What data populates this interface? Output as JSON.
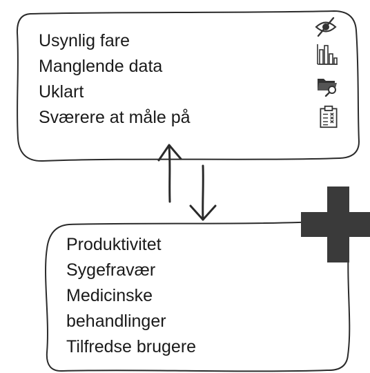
{
  "top_box": {
    "lines": [
      "Usynlig fare",
      "Manglende data",
      "Uklart",
      "Sværere at måle på"
    ],
    "icons": [
      "eye-slash-icon",
      "bar-chart-icon",
      "folder-search-icon",
      "clipboard-checklist-icon"
    ]
  },
  "bottom_box": {
    "lines": [
      "Produktivitet",
      "Sygefravær",
      "Medicinske",
      "behandlinger",
      "Tilfredse brugere"
    ]
  },
  "arrows": {
    "up": "arrow-up-icon",
    "down": "arrow-down-icon"
  },
  "plus": {
    "icon": "plus-icon",
    "color": "#3a3a3a"
  },
  "colors": {
    "stroke": "#2a2a2a",
    "text": "#1a1a1a",
    "icon": "#333333"
  }
}
